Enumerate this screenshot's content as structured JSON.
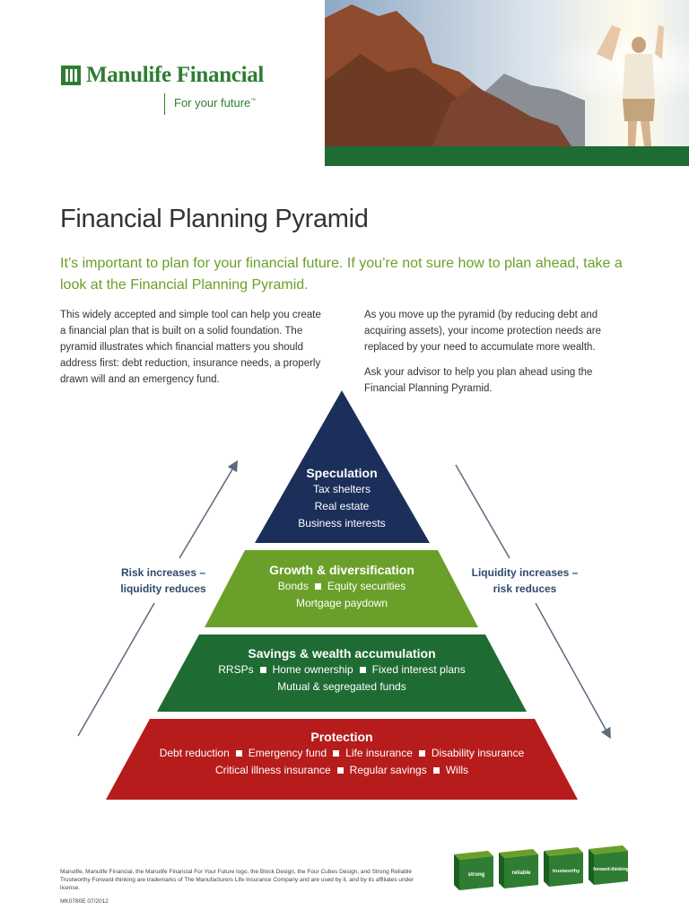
{
  "brand": {
    "name": "Manulife Financial",
    "tagline": "For your future",
    "tm": "™"
  },
  "title": "Financial Planning Pyramid",
  "subtitle": "It’s important to plan for your financial future. If you’re not sure how to plan ahead, take a look at the Financial Planning Pyramid.",
  "intro_left": "This widely accepted and simple tool can help you create a financial plan that is built on a solid foundation. The pyramid illustrates which financial matters you should address first: debt reduction, insurance needs, a properly drawn will and an emergency fund.",
  "intro_right": [
    "As you move up the pyramid (by reducing debt and acquiring assets), your income protection needs are replaced by your need to accumulate more wealth.",
    "Ask your advisor to help you plan ahead using the Financial Planning Pyramid."
  ],
  "pyramid": {
    "speculation": {
      "title": "Speculation",
      "lines": [
        "Tax shelters",
        "Real estate",
        "Business interests"
      ],
      "color": "#1b2f5a"
    },
    "growth": {
      "title": "Growth & diversification",
      "items1": [
        "Bonds",
        "Equity securities"
      ],
      "line2": "Mortgage paydown",
      "color": "#6aa02a"
    },
    "savings": {
      "title": "Savings & wealth accumulation",
      "items1": [
        "RRSPs",
        "Home ownership",
        "Fixed interest plans"
      ],
      "line2": "Mutual & segregated funds",
      "color": "#1e6b34"
    },
    "protection": {
      "title": "Protection",
      "items1": [
        "Debt reduction",
        "Emergency fund",
        "Life insurance",
        "Disability insurance"
      ],
      "items2": [
        "Critical illness insurance",
        "Regular savings",
        "Wills"
      ],
      "color": "#b71c1c"
    }
  },
  "side_left": [
    "Risk increases –",
    "liquidity reduces"
  ],
  "side_right": [
    "Liquidity increases –",
    "risk reduces"
  ],
  "footnote": {
    "text": "Manulife, Manulife Financial, the Manulife Financial For Your Future logo, the Block Design, the Four Cubes Design, and Strong Reliable Trustworthy Forward-thinking are trademarks of The Manufacturers Life Insurance Company and are used by it, and by its affiliates under license.",
    "code": "MK0780E 07/2012"
  },
  "cubes": [
    "strong",
    "reliable",
    "trustworthy",
    "forward-thinking"
  ],
  "colors": {
    "brand_green": "#2e7d32",
    "subtitle_green": "#6aa02a",
    "hero_bar": "#1e6b34"
  }
}
